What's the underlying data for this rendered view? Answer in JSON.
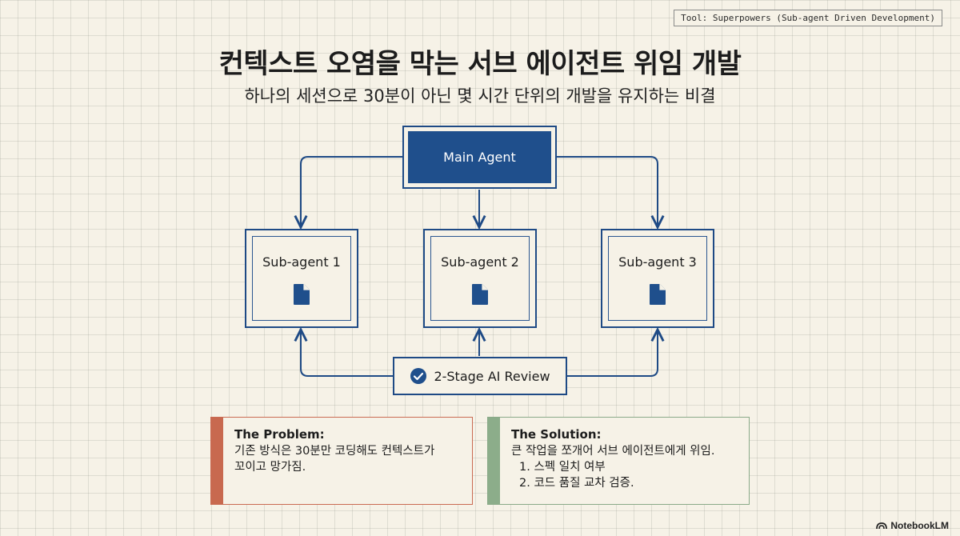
{
  "tool_tag": "Tool: Superpowers (Sub-agent Driven Development)",
  "title": "컨텍스트 오염을 막는 서브 에이전트 위임 개발",
  "subtitle": "하나의 세션으로 30분이 아닌 몇 시간 단위의 개발을 유지하는 비결",
  "diagram": {
    "main_agent": "Main Agent",
    "sub_agents": [
      {
        "label": "Sub-agent 1",
        "icon": "document-icon"
      },
      {
        "label": "Sub-agent 2",
        "icon": "document-icon"
      },
      {
        "label": "Sub-agent 3",
        "icon": "document-icon"
      }
    ],
    "review": {
      "label": "2-Stage AI Review",
      "icon": "check-circle-icon"
    }
  },
  "problem": {
    "heading": "The Problem:",
    "lines": [
      "기존 방식은 30분만 코딩해도 컨텍스트가",
      "꼬이고 망가짐."
    ]
  },
  "solution": {
    "heading": "The Solution:",
    "intro": "큰 작업을 쪼개어 서브 에이전트에게 위임.",
    "items": [
      "1. 스펙 일치 여부",
      "2. 코드 품질 교차 검증."
    ]
  },
  "watermark": "NotebookLM",
  "colors": {
    "primary_blue": "#1f4f8c",
    "problem_accent": "#c8694f",
    "solution_accent": "#8cad8a",
    "background": "#f6f2e7"
  }
}
